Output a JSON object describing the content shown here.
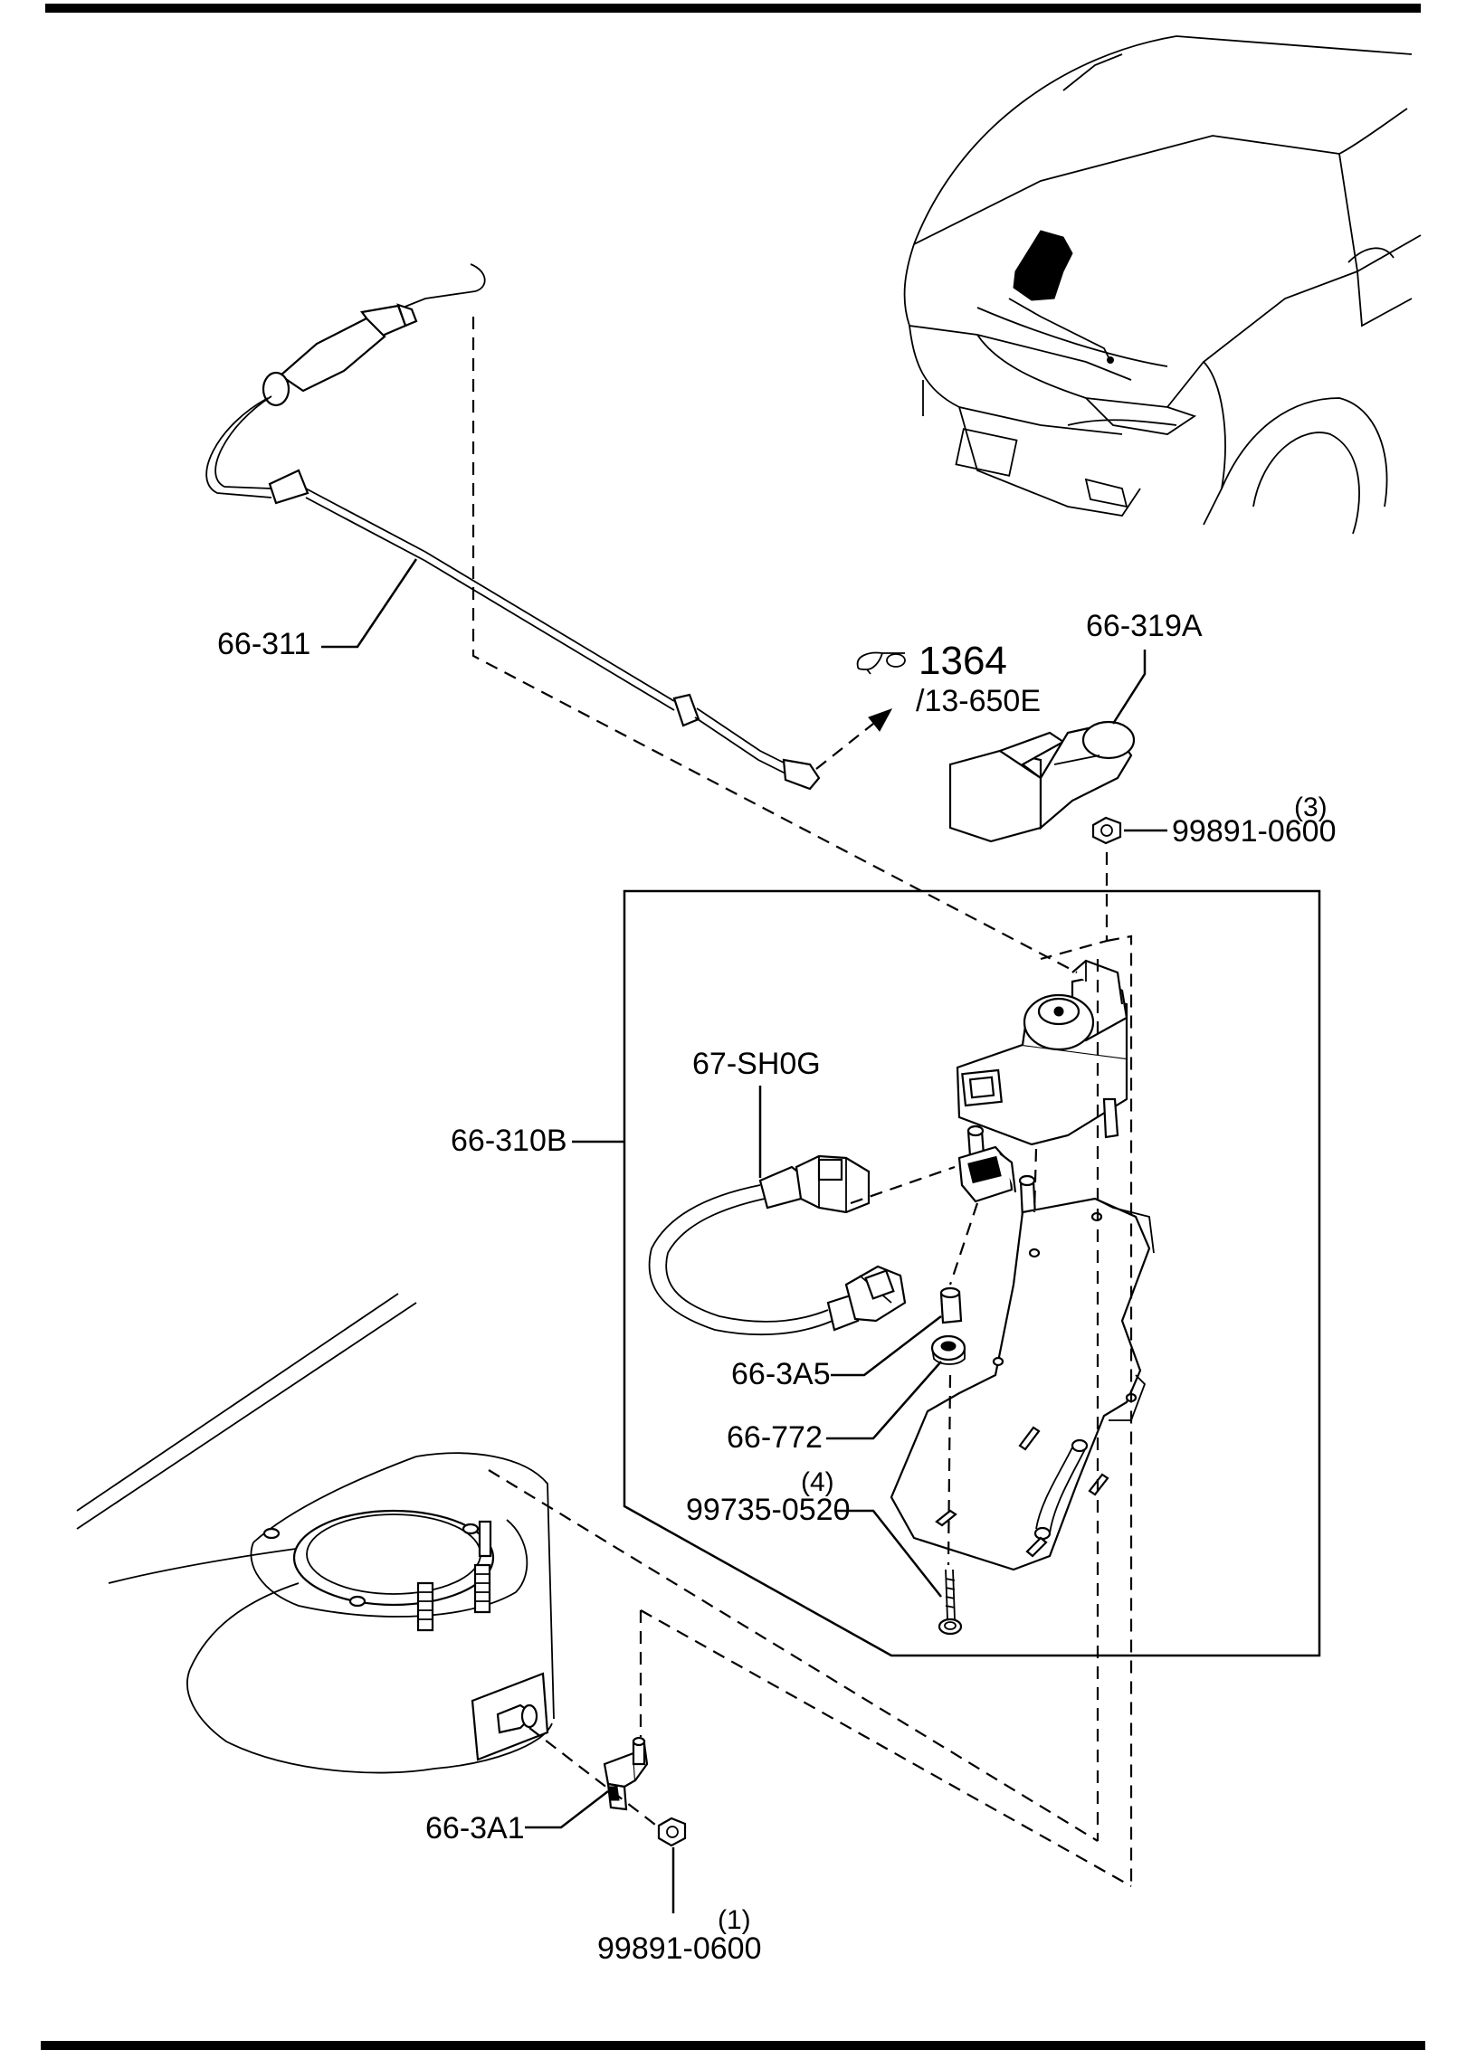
{
  "labels": {
    "cable": "66-311",
    "ref_page": "1364",
    "ref_section": "/13-650E",
    "knob": "66-319A",
    "nut": "99891-0600",
    "nut_qty_upper": "(3)",
    "assembly": "66-310B",
    "harness": "67-SH0G",
    "bushing": "66-3A5",
    "grommet": "66-772",
    "bolt_qty": "(4)",
    "bolt": "99735-0520",
    "bracket": "66-3A1",
    "nut_qty_lower": "(1)"
  },
  "icons": {
    "reference": "pointing-hand-icon"
  },
  "colors": {
    "ink": "#000000",
    "paper": "#ffffff"
  }
}
